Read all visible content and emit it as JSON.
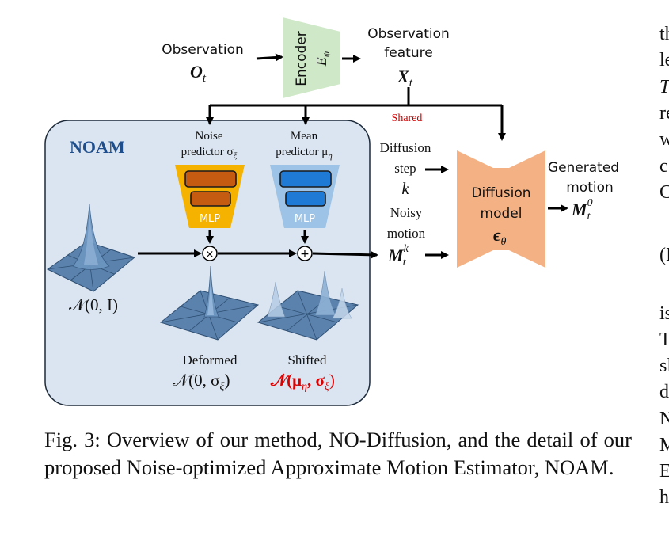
{
  "figure": {
    "observation_label": "Observation",
    "observation_symbol": "O",
    "observation_sub": "t",
    "encoder_label": "Encoder",
    "encoder_symbol": "E",
    "encoder_sub": "ψ",
    "obs_feature_line1": "Observation",
    "obs_feature_line2": "feature",
    "obs_feature_symbol": "X",
    "obs_feature_sub": "t",
    "shared_label": "Shared",
    "noam_title": "NOAM",
    "noise_pred_line1": "Noise",
    "noise_pred_line2": "predictor σ",
    "noise_pred_sub": "ξ",
    "mean_pred_line1": "Mean",
    "mean_pred_line2": "predictor μ",
    "mean_pred_sub": "η",
    "mlp_label": "MLP",
    "multiply_symbol": "×",
    "add_symbol": "+",
    "standard_normal": "𝒩(0, I)",
    "deformed_label": "Deformed",
    "deformed_formula": "𝒩(0, σ",
    "deformed_sub": "ξ",
    "shifted_label": "Shifted",
    "shifted_formula": "𝒩(μ",
    "shifted_sub1": "η",
    "shifted_mid": ", σ",
    "shifted_sub2": "ξ",
    "diffusion_step_line1": "Diffusion",
    "diffusion_step_line2": "step",
    "diffusion_step_symbol": "k",
    "noisy_motion_line1": "Noisy",
    "noisy_motion_line2": "motion",
    "noisy_motion_symbol": "M",
    "noisy_motion_sub": "t",
    "noisy_motion_sup": "k",
    "diffusion_model_line1": "Diffusion",
    "diffusion_model_line2": "model",
    "diffusion_model_symbol": "ϵ",
    "diffusion_model_sub": "θ",
    "generated_line1": "Generated",
    "generated_line2": "motion",
    "generated_symbol": "M",
    "generated_sub": "t",
    "generated_sup": "0",
    "colors": {
      "encoder_fill": "#cfe8c8",
      "noam_fill": "#dbe5f1",
      "noise_mlp_fill": "#f5b300",
      "noise_layer_fill": "#c55a11",
      "mean_mlp_fill": "#9dc3e6",
      "mean_layer_fill": "#1f7ad6",
      "diffusion_fill": "#f4b183",
      "shared_text": "#cc0000",
      "highlight_text": "#dd0000"
    }
  },
  "caption": "Fig. 3: Overview of our method, NO-Diffusion, and the detail of our proposed Noise-optimized Approximate Motion Estimator, NOAM.",
  "right_column_fragments": [
    "th",
    "le",
    "T",
    "re",
    "w",
    "c",
    "C",
    "(I",
    "is",
    "T",
    "sl",
    "d",
    "N",
    "M",
    "E",
    "h"
  ]
}
